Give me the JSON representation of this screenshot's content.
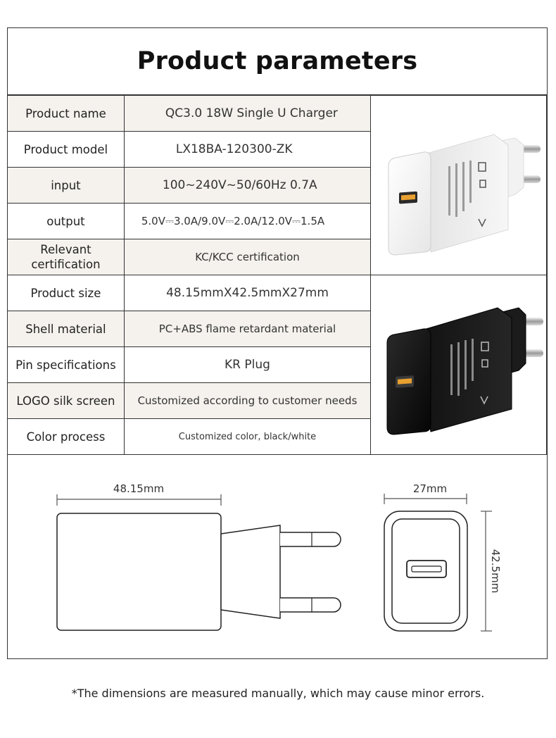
{
  "title": "Product parameters",
  "rows": [
    {
      "label": "Product name",
      "value": "QC3.0 18W Single U Charger"
    },
    {
      "label": "Product model",
      "value": "LX18BA-120300-ZK"
    },
    {
      "label": "input",
      "value": "100~240V~50/60Hz 0.7A"
    },
    {
      "label": "output",
      "value": "5.0V⎓3.0A/9.0V⎓2.0A/12.0V⎓1.5A"
    },
    {
      "label": "Relevant certification",
      "value": "KC/KCC certification"
    },
    {
      "label": "Product size",
      "value": "48.15mmX42.5mmX27mm"
    },
    {
      "label": "Shell material",
      "value": "PC+ABS flame retardant material"
    },
    {
      "label": "Pin specifications",
      "value": "KR Plug"
    },
    {
      "label": "LOGO silk screen",
      "value": "Customized according to customer needs"
    },
    {
      "label": "Color process",
      "value": "Customized color, black/white"
    }
  ],
  "dimensions": {
    "length": "48.15mm",
    "depth": "27mm",
    "height": "42.5mm"
  },
  "footnote": "*The dimensions are measured manually, which may cause minor errors.",
  "colors": {
    "shaded_row": "#f5f2ed",
    "border": "#333333",
    "charger_white": "#ffffff",
    "charger_black": "#0d0d0d",
    "usb_port": "#e8a030"
  }
}
